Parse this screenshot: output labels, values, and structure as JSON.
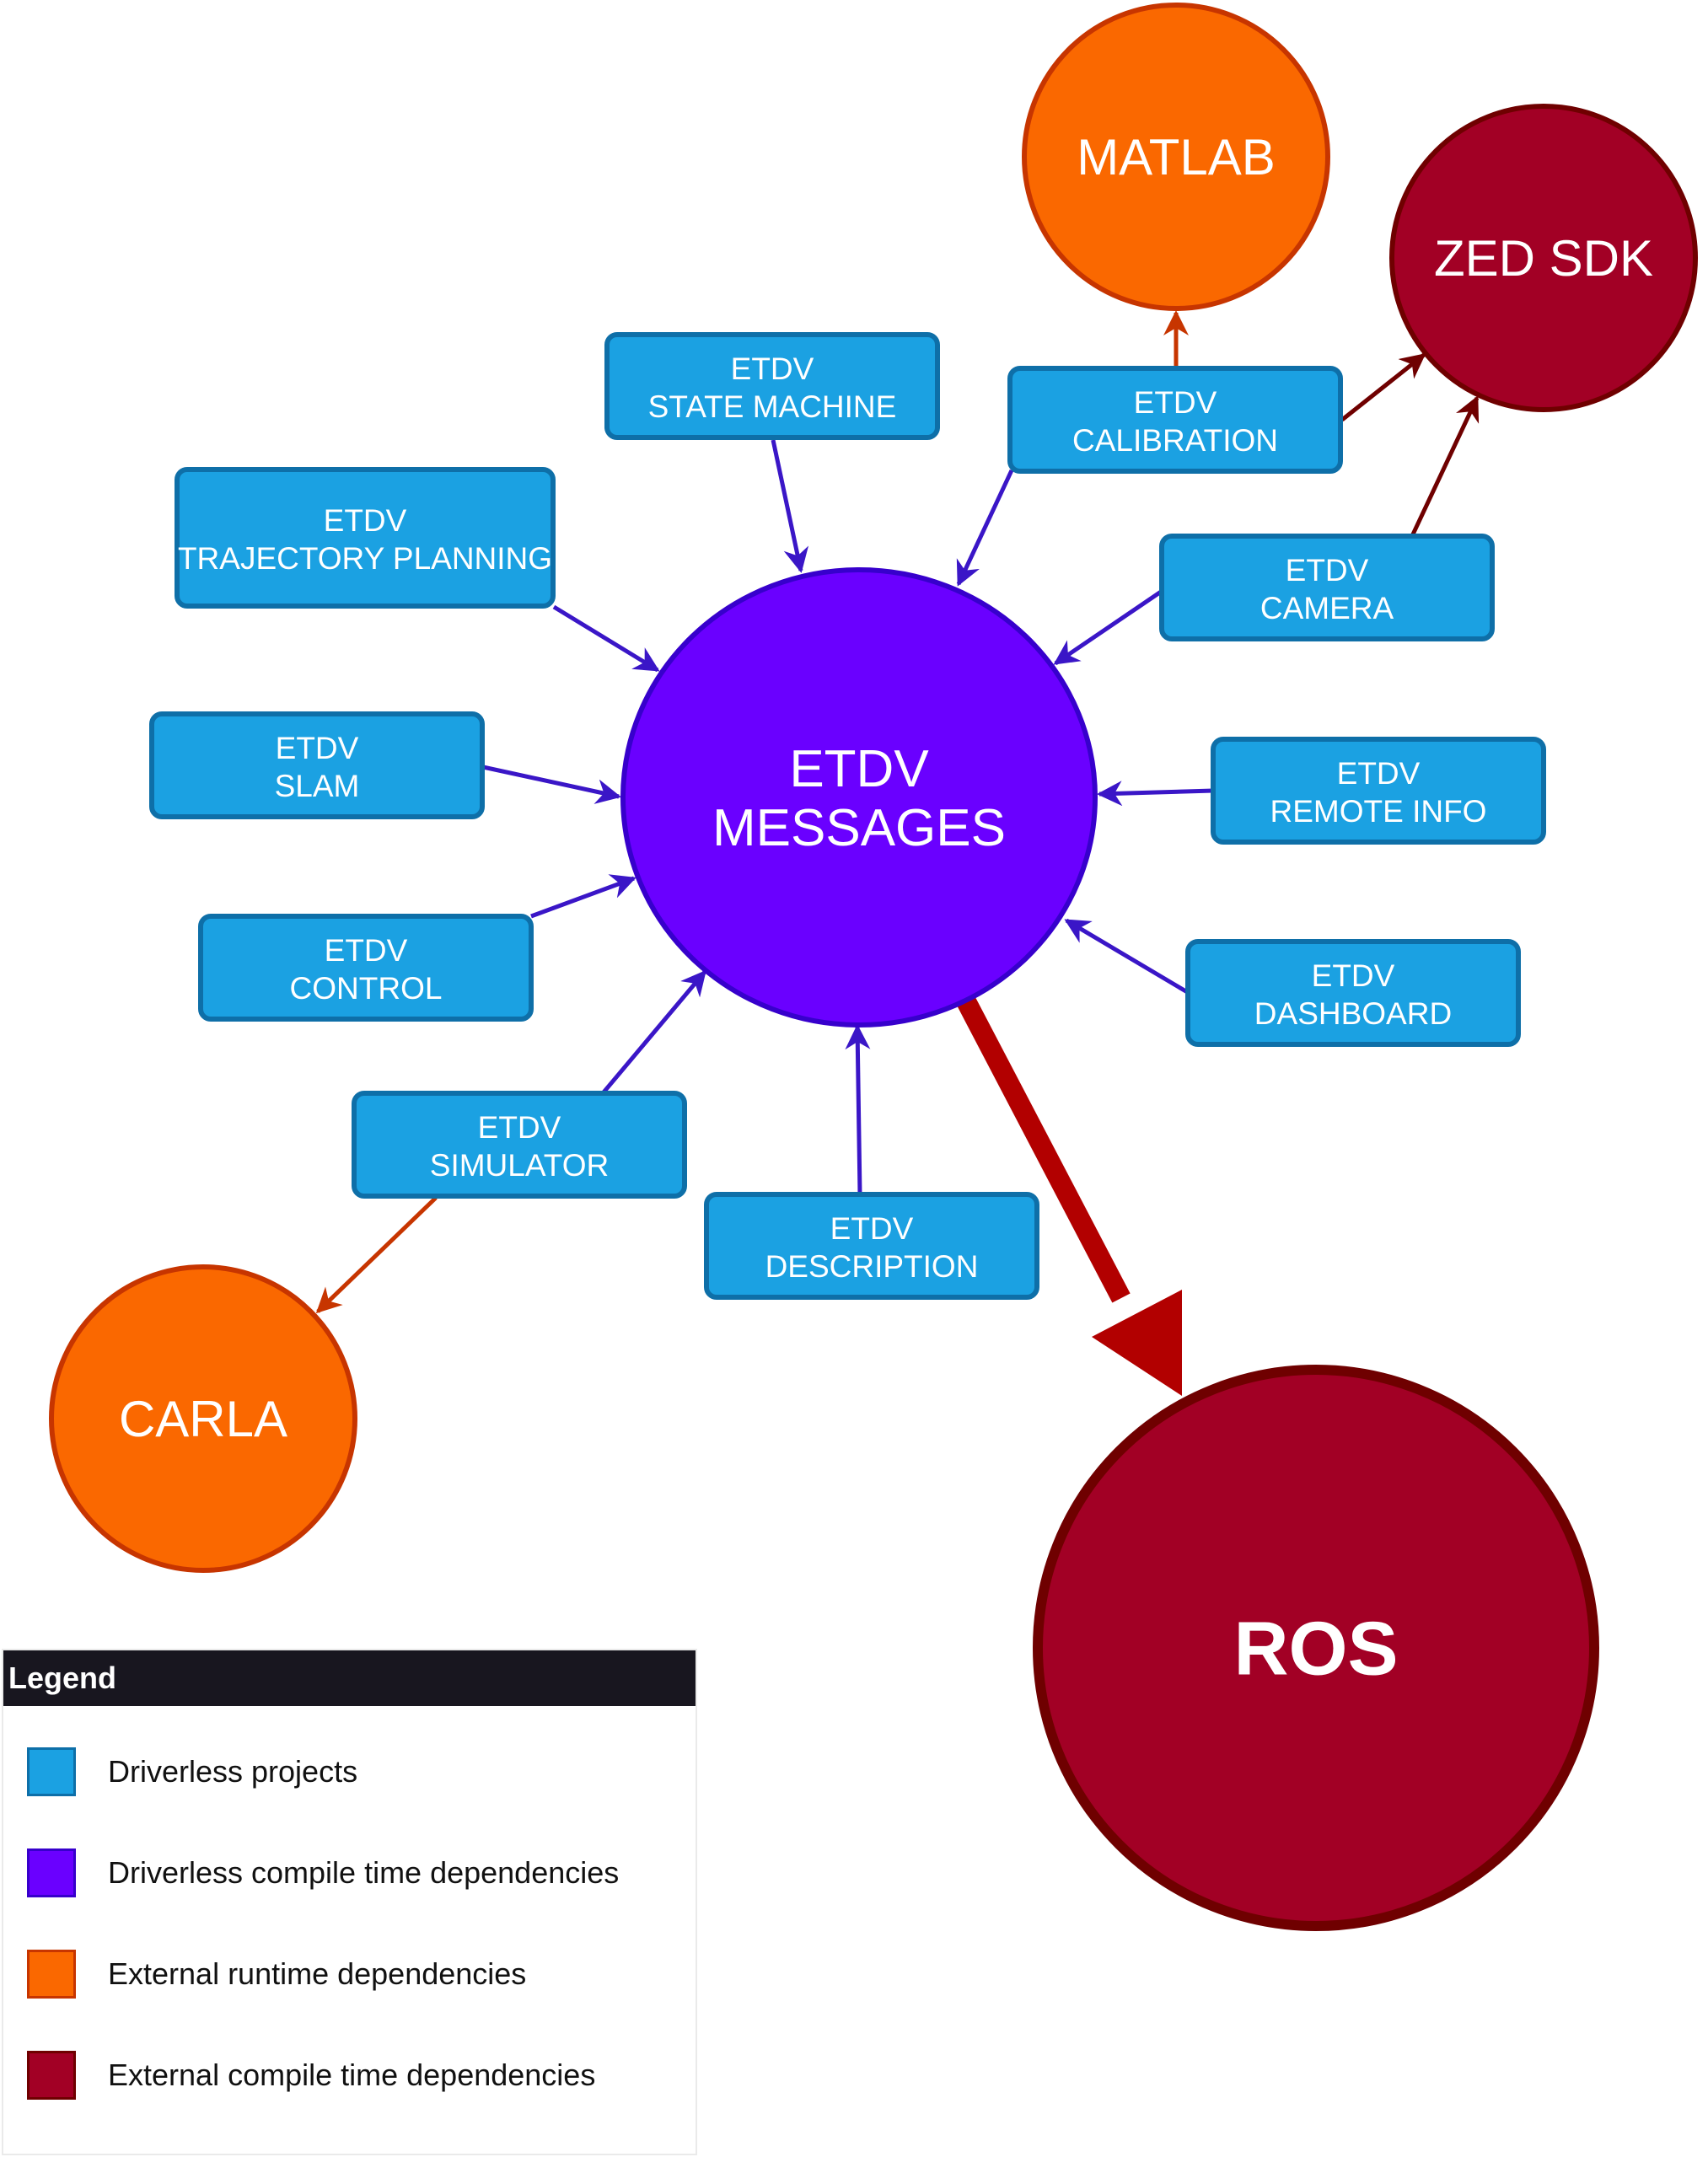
{
  "colors": {
    "project_fill": "#1ba1e2",
    "project_stroke": "#0e6fa8",
    "messages_fill": "#6a00ff",
    "messages_stroke": "#3700cc",
    "runtime_fill": "#fa6800",
    "runtime_stroke": "#c73500",
    "compile_fill": "#a20025",
    "compile_stroke": "#6f0000",
    "arrow_blue": "#3a16c7",
    "arrow_orange": "#c73500",
    "arrow_red": "#6f0000",
    "arrow_ros": "#b20000"
  },
  "diagram": {
    "center": {
      "line1": "ETDV",
      "line2": "MESSAGES"
    },
    "projects": [
      {
        "id": "state-machine",
        "line1": "ETDV",
        "line2": "STATE MACHINE"
      },
      {
        "id": "calibration",
        "line1": "ETDV",
        "line2": "CALIBRATION"
      },
      {
        "id": "trajectory-planning",
        "line1": "ETDV",
        "line2": "TRAJECTORY PLANNING"
      },
      {
        "id": "camera",
        "line1": "ETDV",
        "line2": "CAMERA"
      },
      {
        "id": "slam",
        "line1": "ETDV",
        "line2": "SLAM"
      },
      {
        "id": "remote-info",
        "line1": "ETDV",
        "line2": "REMOTE INFO"
      },
      {
        "id": "control",
        "line1": "ETDV",
        "line2": "CONTROL"
      },
      {
        "id": "dashboard",
        "line1": "ETDV",
        "line2": "DASHBOARD"
      },
      {
        "id": "simulator",
        "line1": "ETDV",
        "line2": "SIMULATOR"
      },
      {
        "id": "description",
        "line1": "ETDV",
        "line2": "DESCRIPTION"
      }
    ],
    "external": {
      "matlab": "MATLAB",
      "zed_sdk": "ZED SDK",
      "carla": "CARLA",
      "ros": "ROS"
    }
  },
  "legend": {
    "title": "Legend",
    "items": [
      {
        "label": "Driverless projects",
        "color": "#1ba1e2",
        "border": "#0e6fa8"
      },
      {
        "label": "Driverless compile time dependencies",
        "color": "#6a00ff",
        "border": "#3700cc"
      },
      {
        "label": "External runtime dependencies",
        "color": "#fa6800",
        "border": "#c73500"
      },
      {
        "label": "External compile time dependencies",
        "color": "#a20025",
        "border": "#6f0000"
      }
    ]
  }
}
